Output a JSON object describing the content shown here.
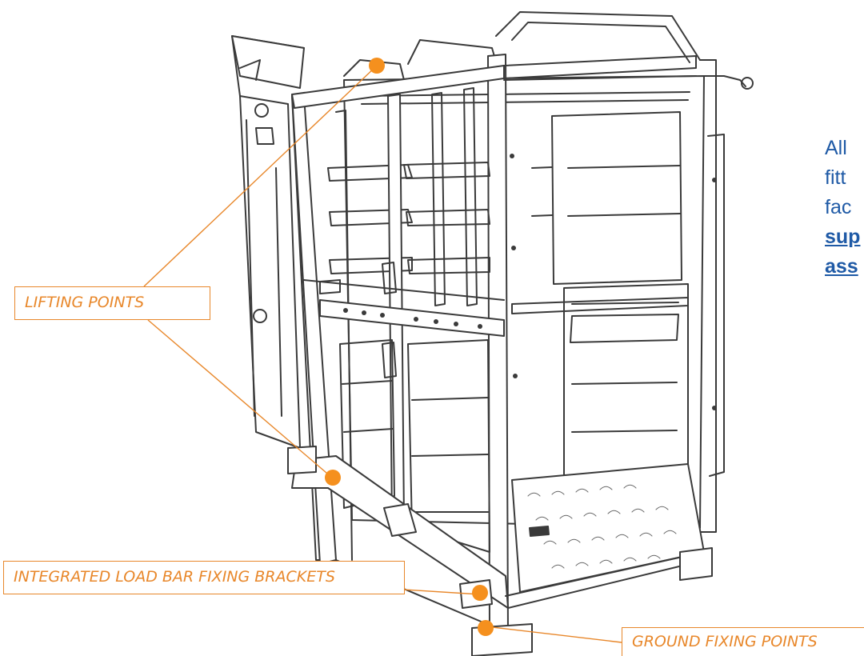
{
  "callouts": {
    "lifting_points": "LIFTING POINTS",
    "load_bar_brackets": "INTEGRATED LOAD BAR FIXING BRACKETS",
    "ground_fixing_points": "GROUND FIXING POINTS"
  },
  "side_note": {
    "line1": "All",
    "line2": "fitt",
    "line3": "fac",
    "line4": "sup",
    "line5": "ass"
  },
  "colors": {
    "accent": "#e8872a",
    "marker": "#f5901e",
    "note_text": "#1f5aa6",
    "line_art": "#3a3a3a"
  },
  "icons": {
    "marker": "orange-dot-marker"
  }
}
